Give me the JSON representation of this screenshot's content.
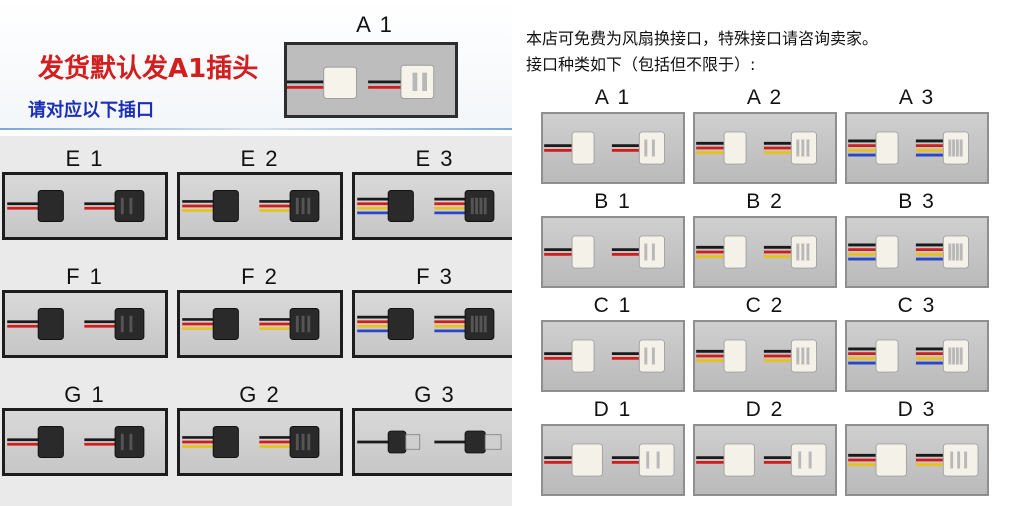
{
  "left": {
    "title": "发货默认发A1插头",
    "subtitle": "请对应以下插口",
    "featured": {
      "label": "A 1"
    },
    "grid": [
      {
        "label": "E 1",
        "kind": "black",
        "wires": 2
      },
      {
        "label": "E 2",
        "kind": "black",
        "wires": 3
      },
      {
        "label": "E 3",
        "kind": "black",
        "wires": 4
      },
      {
        "label": "F 1",
        "kind": "black",
        "wires": 2
      },
      {
        "label": "F 2",
        "kind": "black",
        "wires": 3
      },
      {
        "label": "F 3",
        "kind": "black",
        "wires": 4
      },
      {
        "label": "G 1",
        "kind": "black",
        "wires": 2
      },
      {
        "label": "G 2",
        "kind": "black",
        "wires": 3
      },
      {
        "label": "G 3",
        "kind": "usb",
        "wires": 1
      }
    ]
  },
  "right": {
    "intro_line1": "本店可免费为风扇换接口，特殊接口请咨询卖家。",
    "intro_line2": "接口种类如下（包括但不限于）:",
    "grid": [
      {
        "label": "A 1",
        "kind": "white",
        "wires": 2
      },
      {
        "label": "A 2",
        "kind": "white",
        "wires": 3
      },
      {
        "label": "A 3",
        "kind": "white",
        "wires": 4
      },
      {
        "label": "B 1",
        "kind": "white",
        "wires": 2
      },
      {
        "label": "B 2",
        "kind": "white",
        "wires": 3
      },
      {
        "label": "B 3",
        "kind": "white",
        "wires": 4
      },
      {
        "label": "C 1",
        "kind": "white",
        "wires": 2
      },
      {
        "label": "C 2",
        "kind": "white",
        "wires": 3
      },
      {
        "label": "C 3",
        "kind": "white",
        "wires": 4
      },
      {
        "label": "D 1",
        "kind": "molex",
        "wires": 2
      },
      {
        "label": "D 2",
        "kind": "molex",
        "wires": 2
      },
      {
        "label": "D 3",
        "kind": "molex",
        "wires": 3
      }
    ]
  },
  "colors": {
    "title_red": "#d11f1f",
    "subtitle_blue": "#1a2fb5",
    "wire_colors": [
      "#1a1a1a",
      "#d01c1c",
      "#e8c21a",
      "#2b45c8"
    ]
  }
}
